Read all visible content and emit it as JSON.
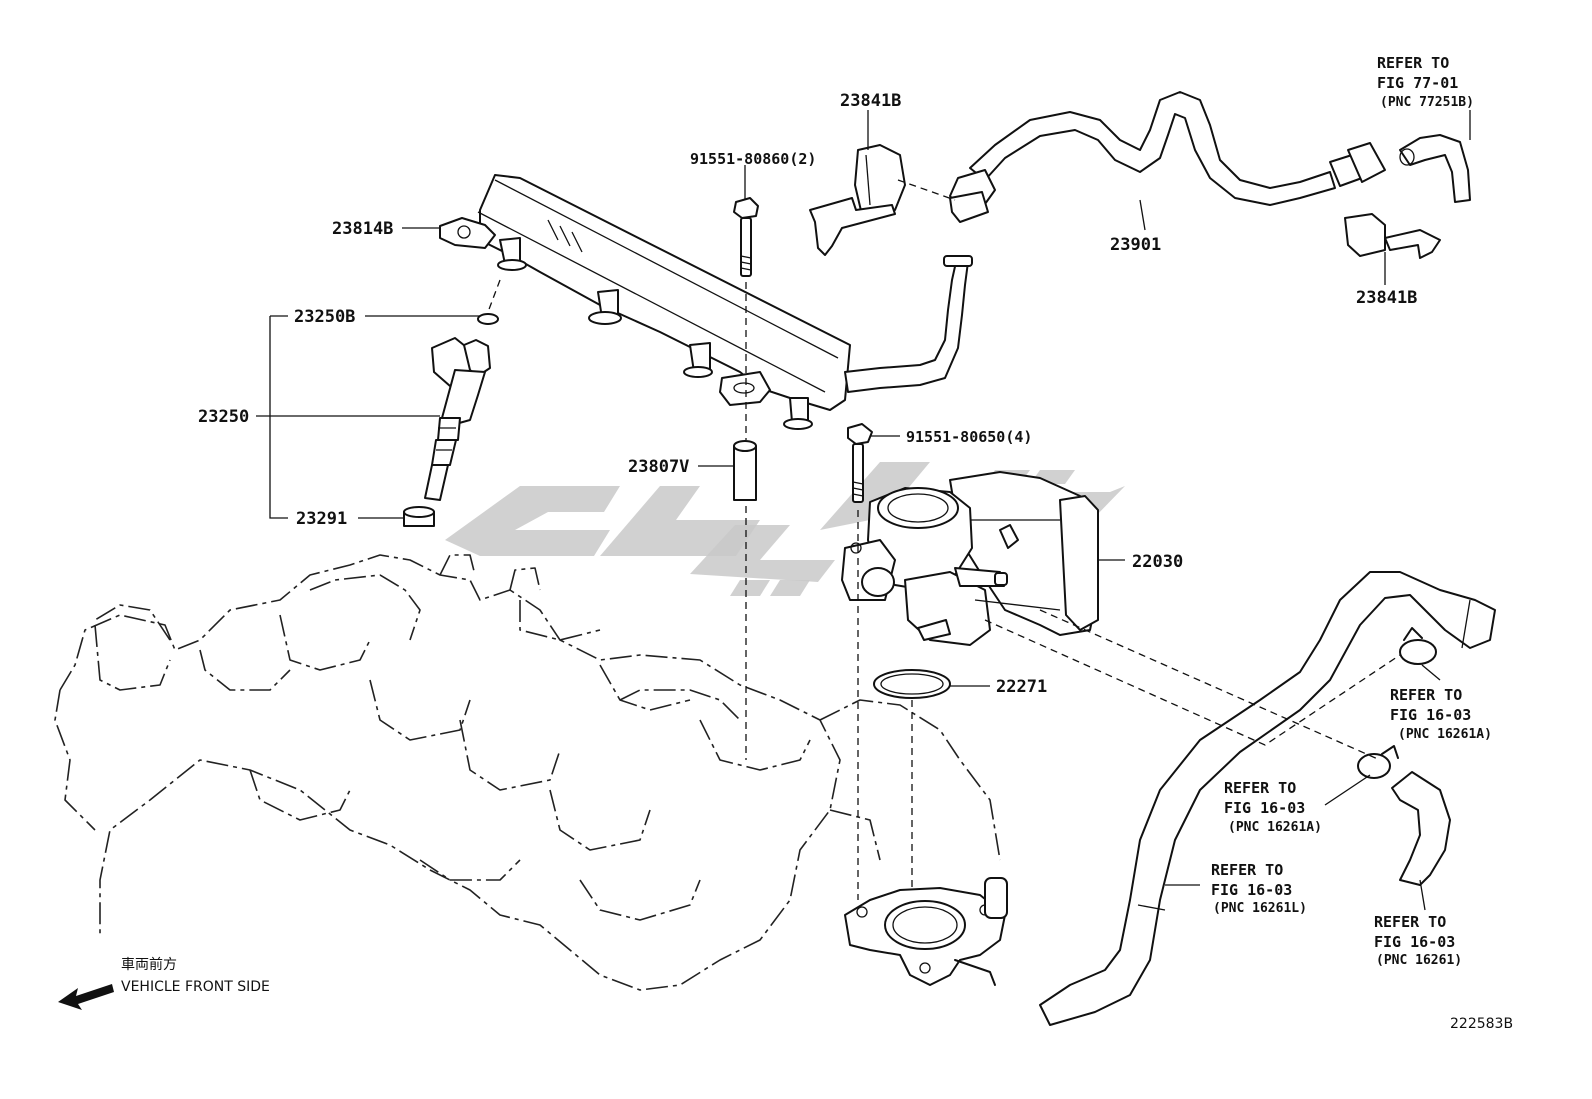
{
  "figure_id": "222583B",
  "orientation": {
    "label_jp": "車両前方",
    "label_en": "VEHICLE FRONT SIDE",
    "arrow_icon": "left-arrow-icon"
  },
  "part_labels": {
    "p23841b_top": "23841B",
    "p91551_80860": "91551-80860(2)",
    "p23814b": "23814B",
    "p23250b": "23250B",
    "p23250": "23250",
    "p23291": "23291",
    "p23807v": "23807V",
    "p91551_80650": "91551-80650(4)",
    "p22030": "22030",
    "p22271": "22271",
    "p23901": "23901",
    "p23841b_right": "23841B"
  },
  "references": [
    {
      "line1": "REFER TO",
      "line2": "FIG 77-01",
      "line3": "(PNC 77251B)"
    },
    {
      "line1": "REFER TO",
      "line2": "FIG 16-03",
      "line3": "(PNC 16261A)"
    },
    {
      "line1": "REFER TO",
      "line2": "FIG 16-03",
      "line3": "(PNC 16261A)"
    },
    {
      "line1": "REFER TO",
      "line2": "FIG 16-03",
      "line3": "(PNC 16261L)"
    },
    {
      "line1": "REFER TO",
      "line2": "FIG 16-03",
      "line3": "(PNC 16261)"
    }
  ],
  "colors": {
    "line": "#111111",
    "watermark": "#c9c9c9",
    "background": "#ffffff"
  }
}
